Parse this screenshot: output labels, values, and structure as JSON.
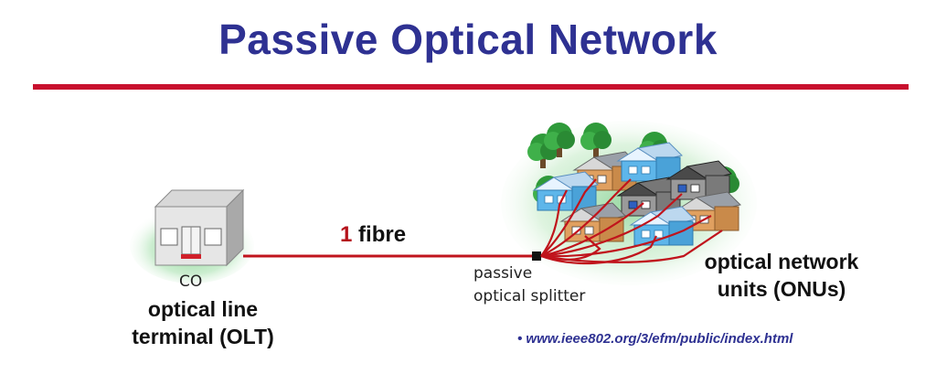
{
  "title": "Passive Optical Network",
  "labels": {
    "co": "CO",
    "olt_line1": "optical line",
    "olt_line2": "terminal (OLT)",
    "fibre_count": "1",
    "fibre_word": "fibre",
    "splitter_line1": "passive",
    "splitter_line2": "optical splitter",
    "onu_line1": "optical network",
    "onu_line2": "units (ONUs)"
  },
  "reference": "• www.ieee802.org/3/efm/public/index.html",
  "colors": {
    "title": "#2e3192",
    "rule": "#c8102e",
    "fibre": "#c0141c",
    "reference": "#2e3192"
  }
}
